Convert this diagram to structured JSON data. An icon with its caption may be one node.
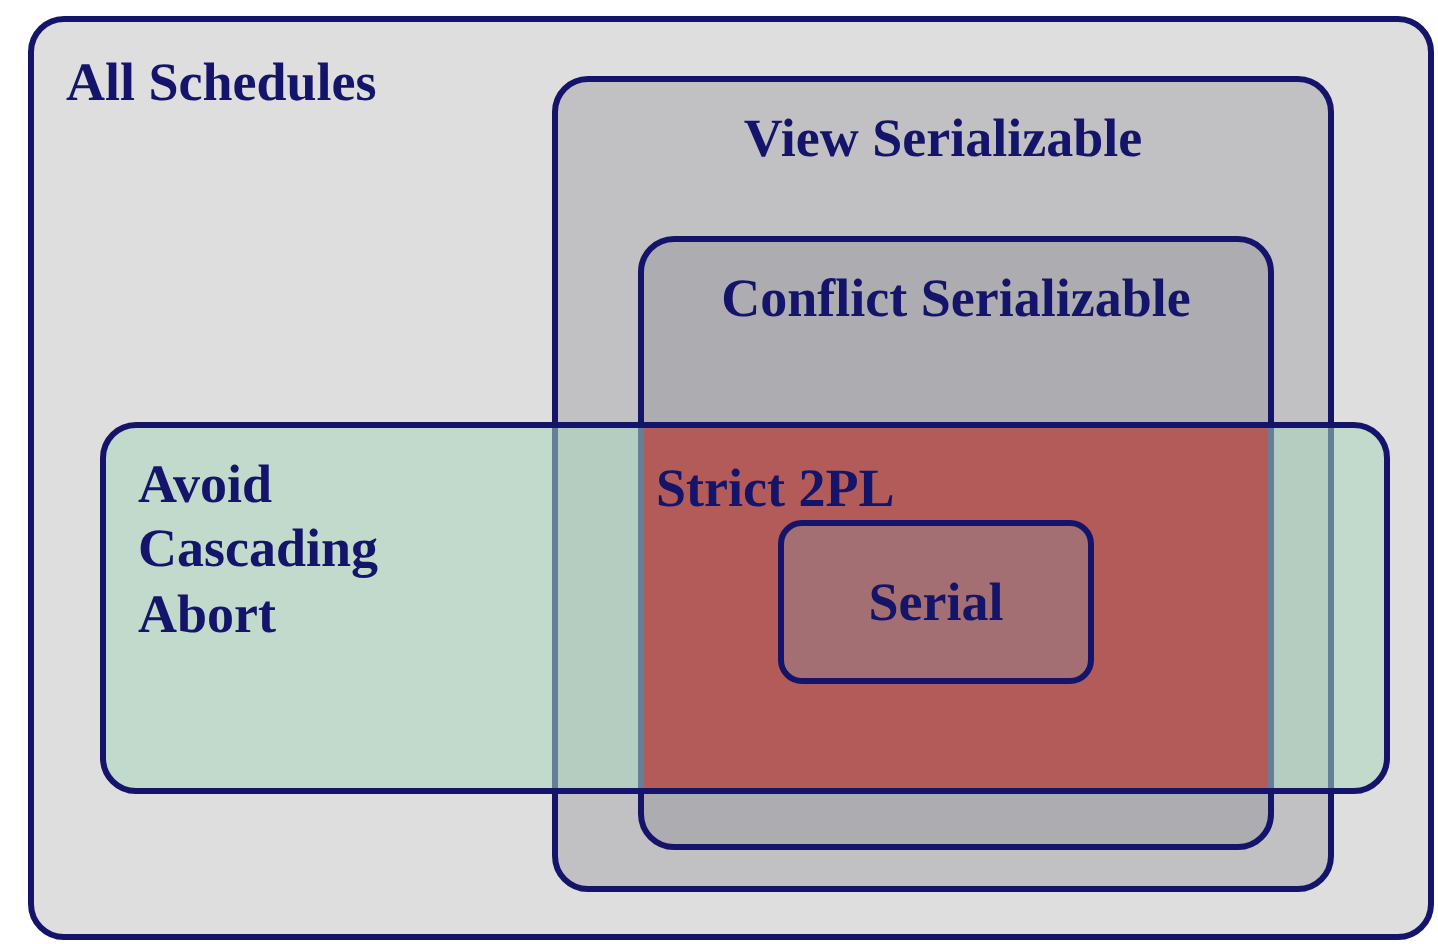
{
  "diagram": {
    "nodes": [
      {
        "text": [
          "All Schedules"
        ]
      },
      {
        "text": [
          "View Serializable"
        ],
        "in": 0
      },
      {
        "text": [
          "Conflict Serializable"
        ],
        "in": 1
      },
      {
        "text": [
          "Avoid Cascading Abort"
        ],
        "in": 0
      },
      {
        "text": [
          "Strict 2PL"
        ]
      },
      {
        "text": [
          "Serial"
        ],
        "in": 4
      }
    ]
  }
}
